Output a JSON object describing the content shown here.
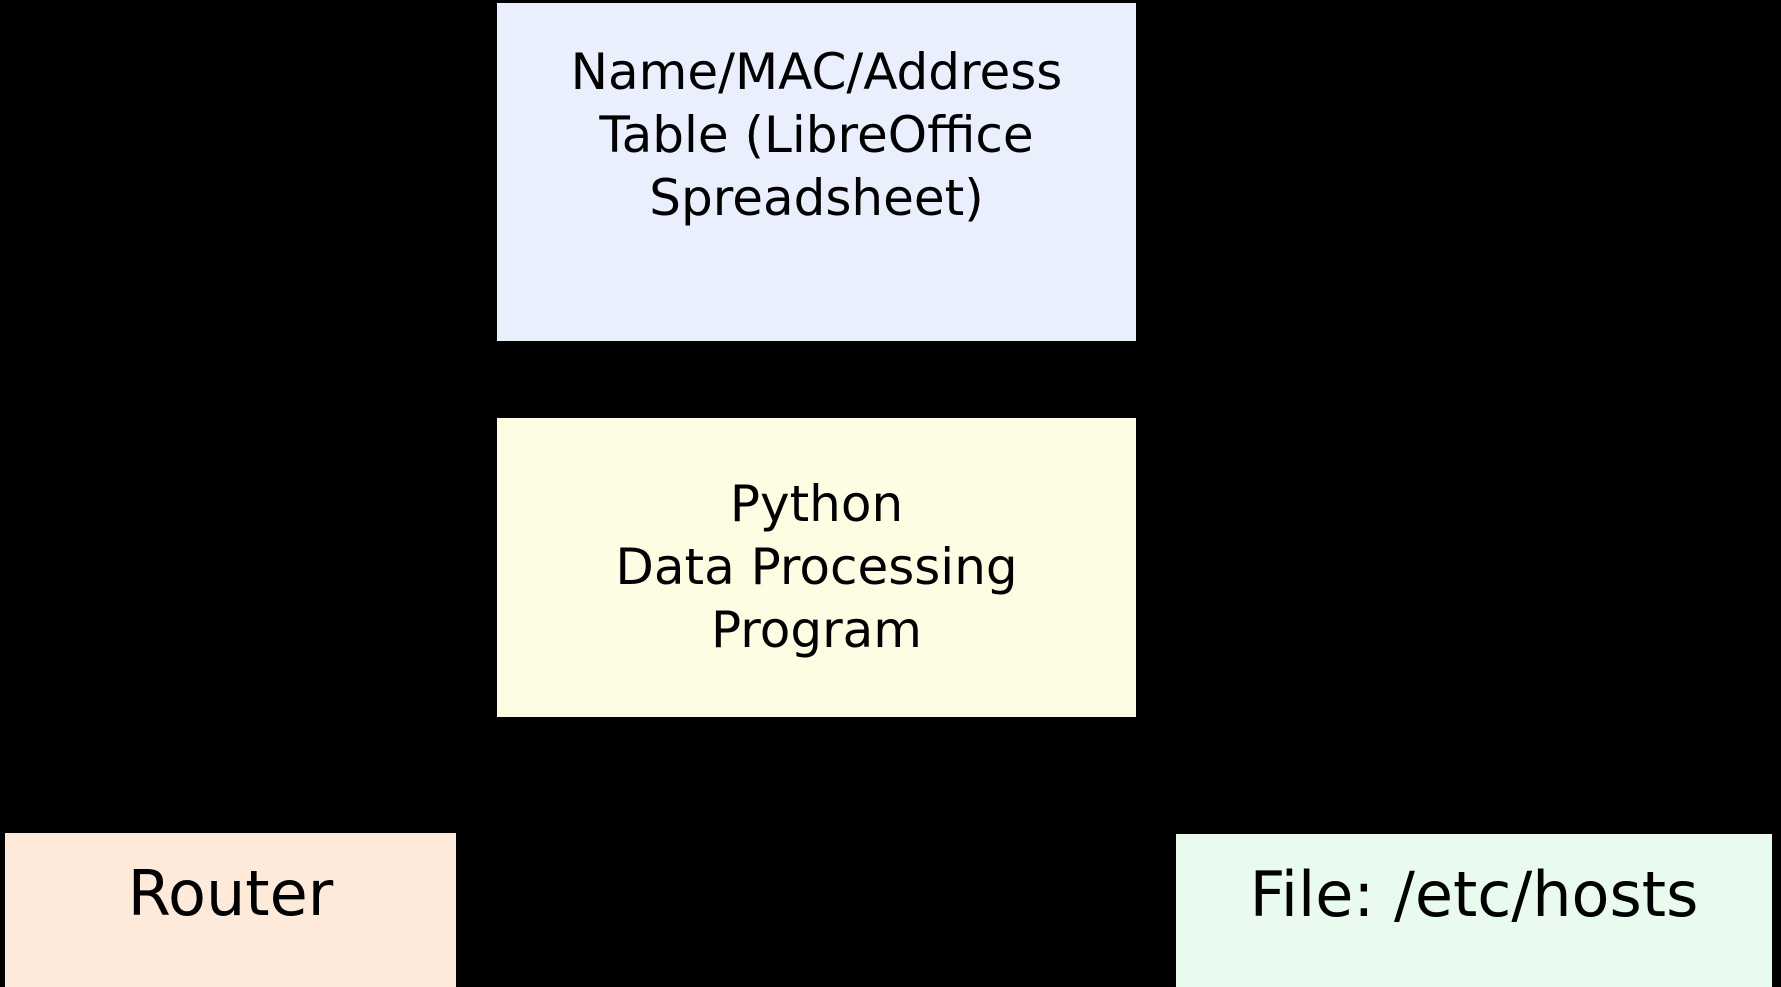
{
  "diagram": {
    "background_color": "#000000",
    "text_color": "#000000",
    "nodes": [
      {
        "id": "spreadsheet",
        "label": "Name/MAC/Address\nTable (LibreOffice\nSpreadsheet)",
        "fill_color": "#e9effc"
      },
      {
        "id": "python",
        "label": "Python\nData Processing\nProgram",
        "fill_color": "#fdfde4"
      },
      {
        "id": "router",
        "label": "Router",
        "fill_color": "#fdeada"
      },
      {
        "id": "hostsfile",
        "label": "File: /etc/hosts",
        "fill_color": "#e9fbef"
      }
    ]
  }
}
